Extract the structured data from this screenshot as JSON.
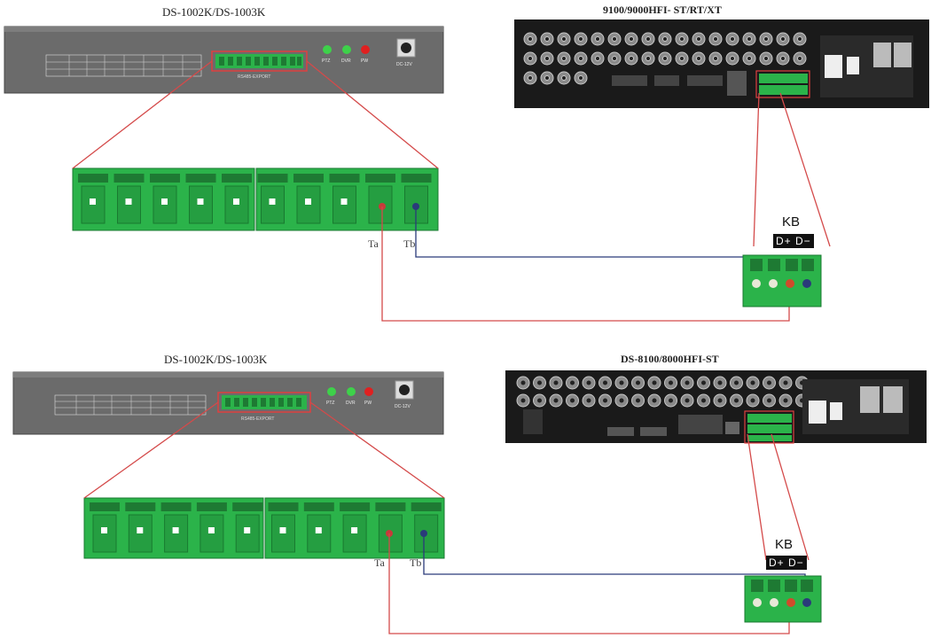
{
  "colors": {
    "connector_green": "#2bb34a",
    "wire_red": "#d44a4a",
    "wire_blue": "#2a3a7a",
    "panel_gray": "#6b6b6b",
    "dvr_black": "#1a1a1a"
  },
  "top": {
    "keyboard_title": "DS-1002K/DS-1003K",
    "dvr_title": "9100/9000HFI- ST/RT/XT",
    "port_label": "RS485-EXPORT",
    "led_labels": [
      "PTZ",
      "DVR",
      "PW"
    ],
    "power_label": "DC-12V",
    "ta_label": "Ta",
    "tb_label": "Tb",
    "kb_label": "KB",
    "dplus_dminus": "D+ D−"
  },
  "bottom": {
    "keyboard_title": "DS-1002K/DS-1003K",
    "dvr_title": "DS-8100/8000HFI-ST",
    "port_label": "RS485-EXPORT",
    "led_labels": [
      "PTZ",
      "DVR",
      "PW"
    ],
    "power_label": "DC-12V",
    "ta_label": "Ta",
    "tb_label": "Tb",
    "kb_label": "KB",
    "dplus_dminus": "D+ D−"
  }
}
